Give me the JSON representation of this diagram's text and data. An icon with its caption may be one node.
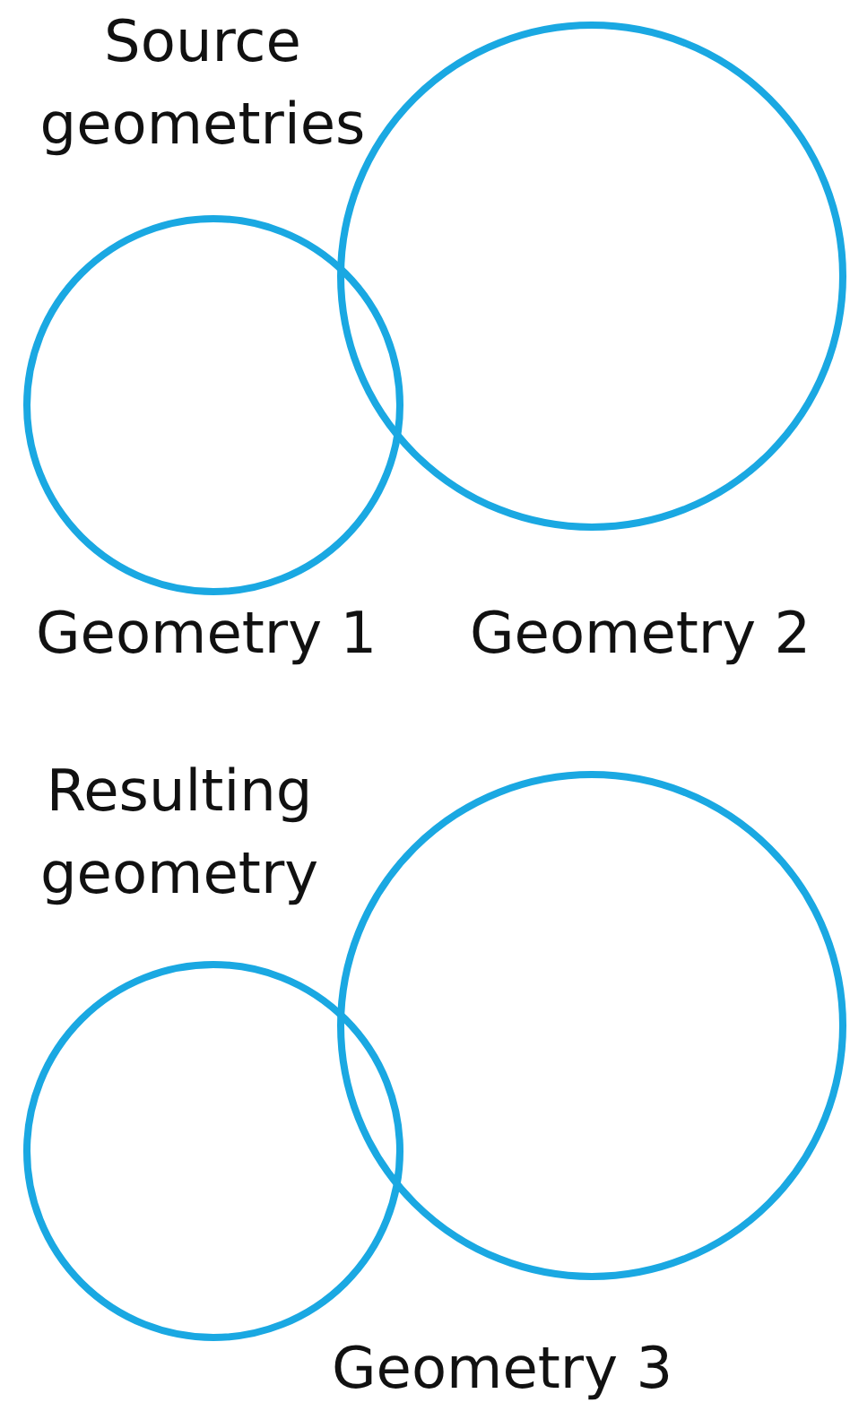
{
  "diagram": {
    "nodes": [
      {
        "text": [],
        "shape": "circle",
        "beside": [
          "Geometry 1"
        ]
      },
      {
        "text": [],
        "shape": "circle",
        "beside": [
          "Geometry 2"
        ]
      },
      {
        "text": [],
        "shape": "circle"
      },
      {
        "text": [],
        "shape": "circle"
      }
    ],
    "labels": [
      "Source geometries",
      "Resulting geometry",
      "Geometry 3"
    ]
  }
}
